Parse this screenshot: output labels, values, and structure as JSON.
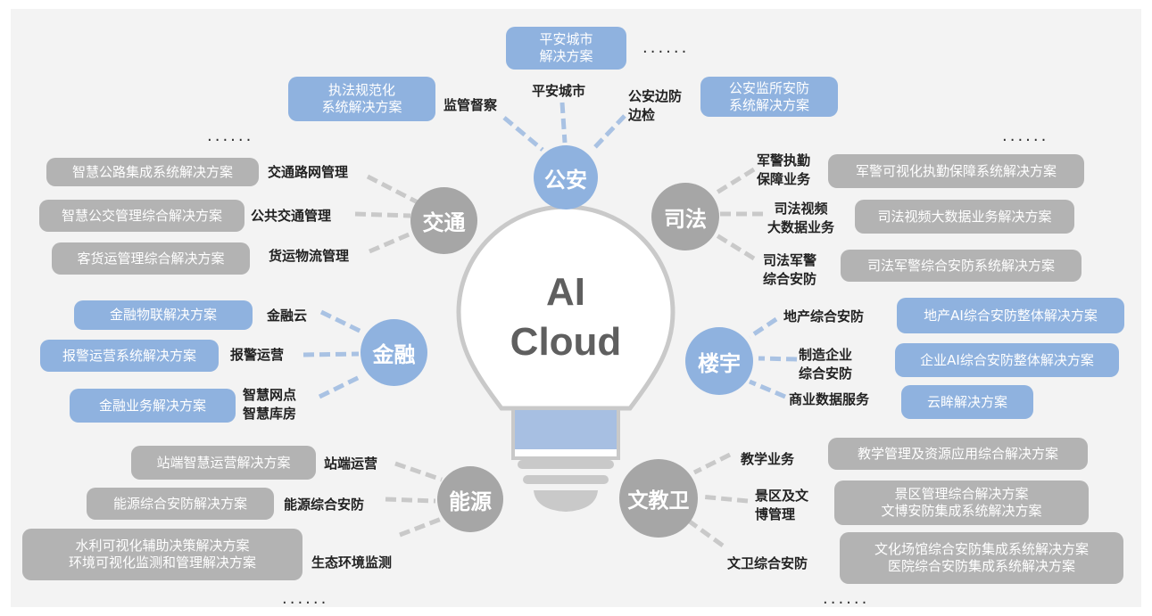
{
  "center": {
    "line1": "AI",
    "line2": "Cloud"
  },
  "dots": "......",
  "categories": {
    "police": {
      "name": "公安",
      "labels": {
        "supervision": "监管督察",
        "safe_city": "平安城市",
        "border_1": "公安边防",
        "border_2": "边检"
      },
      "solutions": {
        "safe_city_1": "平安城市",
        "safe_city_2": "解决方案",
        "law_1": "执法规范化",
        "law_2": "系统解决方案",
        "prison_1": "公安监所安防",
        "prison_2": "系统解决方案"
      }
    },
    "traffic": {
      "name": "交通",
      "labels": [
        "交通路网管理",
        "公共交通管理",
        "货运物流管理"
      ],
      "solutions": [
        "智慧公路集成系统解决方案",
        "智慧公交管理综合解决方案",
        "客货运管理综合解决方案"
      ]
    },
    "justice": {
      "name": "司法",
      "labels": [
        [
          "军警执勤",
          "保障业务"
        ],
        [
          "司法视频",
          "大数据业务"
        ],
        [
          "司法军警",
          "综合安防"
        ]
      ],
      "solutions": [
        "军警可视化执勤保障系统解决方案",
        "司法视频大数据业务解决方案",
        "司法军警综合安防系统解决方案"
      ]
    },
    "finance": {
      "name": "金融",
      "labels": {
        "cloud": "金融云",
        "alarm": "报警运营",
        "outlet_1": "智慧网点",
        "outlet_2": "智慧库房"
      },
      "solutions": [
        "金融物联解决方案",
        "报警运营系统解决方案",
        "金融业务解决方案"
      ]
    },
    "building": {
      "name": "楼宇",
      "labels": {
        "estate": "地产综合安防",
        "mfg_1": "制造企业",
        "mfg_2": "综合安防",
        "commerce": "商业数据服务"
      },
      "solutions": [
        "地产AI综合安防整体解决方案",
        "企业AI综合安防整体解决方案",
        "云眸解决方案"
      ]
    },
    "energy": {
      "name": "能源",
      "labels": [
        "站端运营",
        "能源综合安防",
        "生态环境监测"
      ],
      "solutions": {
        "station": "站端智慧运营解决方案",
        "energy": "能源综合安防解决方案",
        "env_1": "水利可视化辅助决策解决方案",
        "env_2": "环境可视化监测和管理解决方案"
      }
    },
    "education": {
      "name": "文教卫",
      "labels": {
        "teaching": "教学业务",
        "scenic_1": "景区及文",
        "scenic_2": "博管理",
        "culture": "文卫综合安防"
      },
      "solutions": {
        "teaching": "教学管理及资源应用综合解决方案",
        "scenic_1": "景区管理综合解决方案",
        "scenic_2": "文博安防集成系统解决方案",
        "culture_1": "文化场馆综合安防集成系统解决方案",
        "culture_2": "医院综合安防集成系统解决方案"
      }
    }
  },
  "colors": {
    "blue": "#8fb2df",
    "grey": "#a6a6a6",
    "pill_grey": "#b3b3b3",
    "background": "#f3f3f3",
    "bulb_text": "#5f5f5f"
  }
}
